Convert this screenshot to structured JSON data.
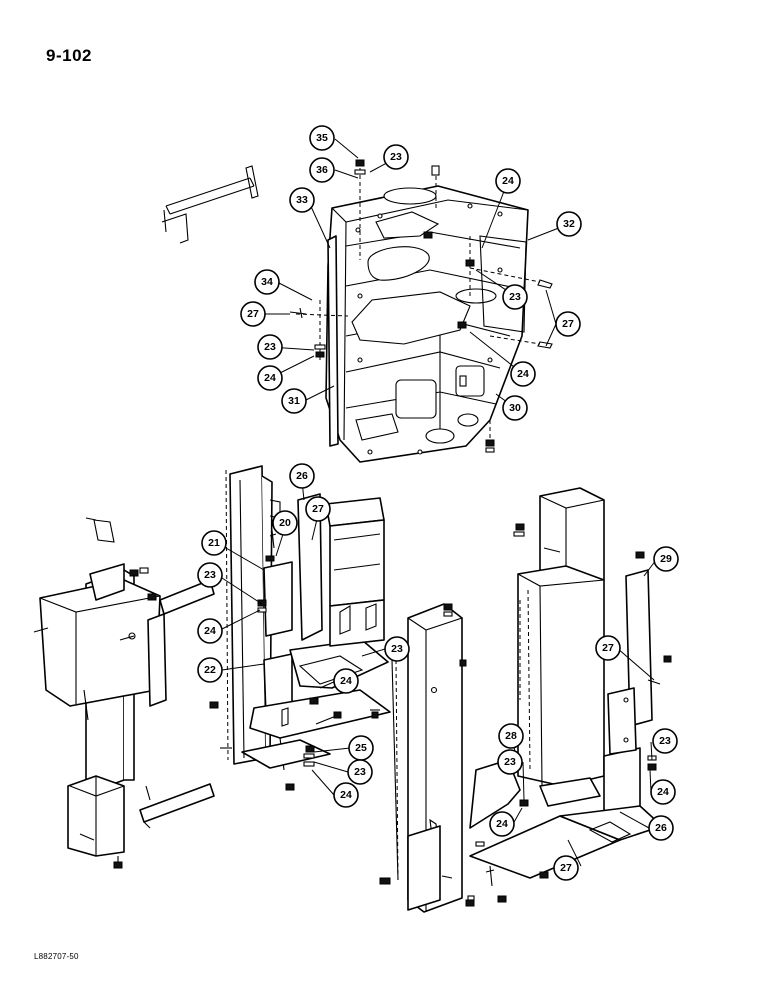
{
  "page_number": "9-102",
  "reference_code": "L882707-50",
  "callouts": [
    {
      "label": "35"
    },
    {
      "label": "23"
    },
    {
      "label": "36"
    },
    {
      "label": "24"
    },
    {
      "label": "33"
    },
    {
      "label": "32"
    },
    {
      "label": "34"
    },
    {
      "label": "23"
    },
    {
      "label": "27"
    },
    {
      "label": "27"
    },
    {
      "label": "23"
    },
    {
      "label": "24"
    },
    {
      "label": "24"
    },
    {
      "label": "31"
    },
    {
      "label": "30"
    },
    {
      "label": "26"
    },
    {
      "label": "27"
    },
    {
      "label": "20"
    },
    {
      "label": "21"
    },
    {
      "label": "23"
    },
    {
      "label": "24"
    },
    {
      "label": "22"
    },
    {
      "label": "23"
    },
    {
      "label": "24"
    },
    {
      "label": "25"
    },
    {
      "label": "23"
    },
    {
      "label": "24"
    },
    {
      "label": "29"
    },
    {
      "label": "27"
    },
    {
      "label": "28"
    },
    {
      "label": "23"
    },
    {
      "label": "24"
    },
    {
      "label": "23"
    },
    {
      "label": "24"
    },
    {
      "label": "26"
    },
    {
      "label": "27"
    }
  ]
}
